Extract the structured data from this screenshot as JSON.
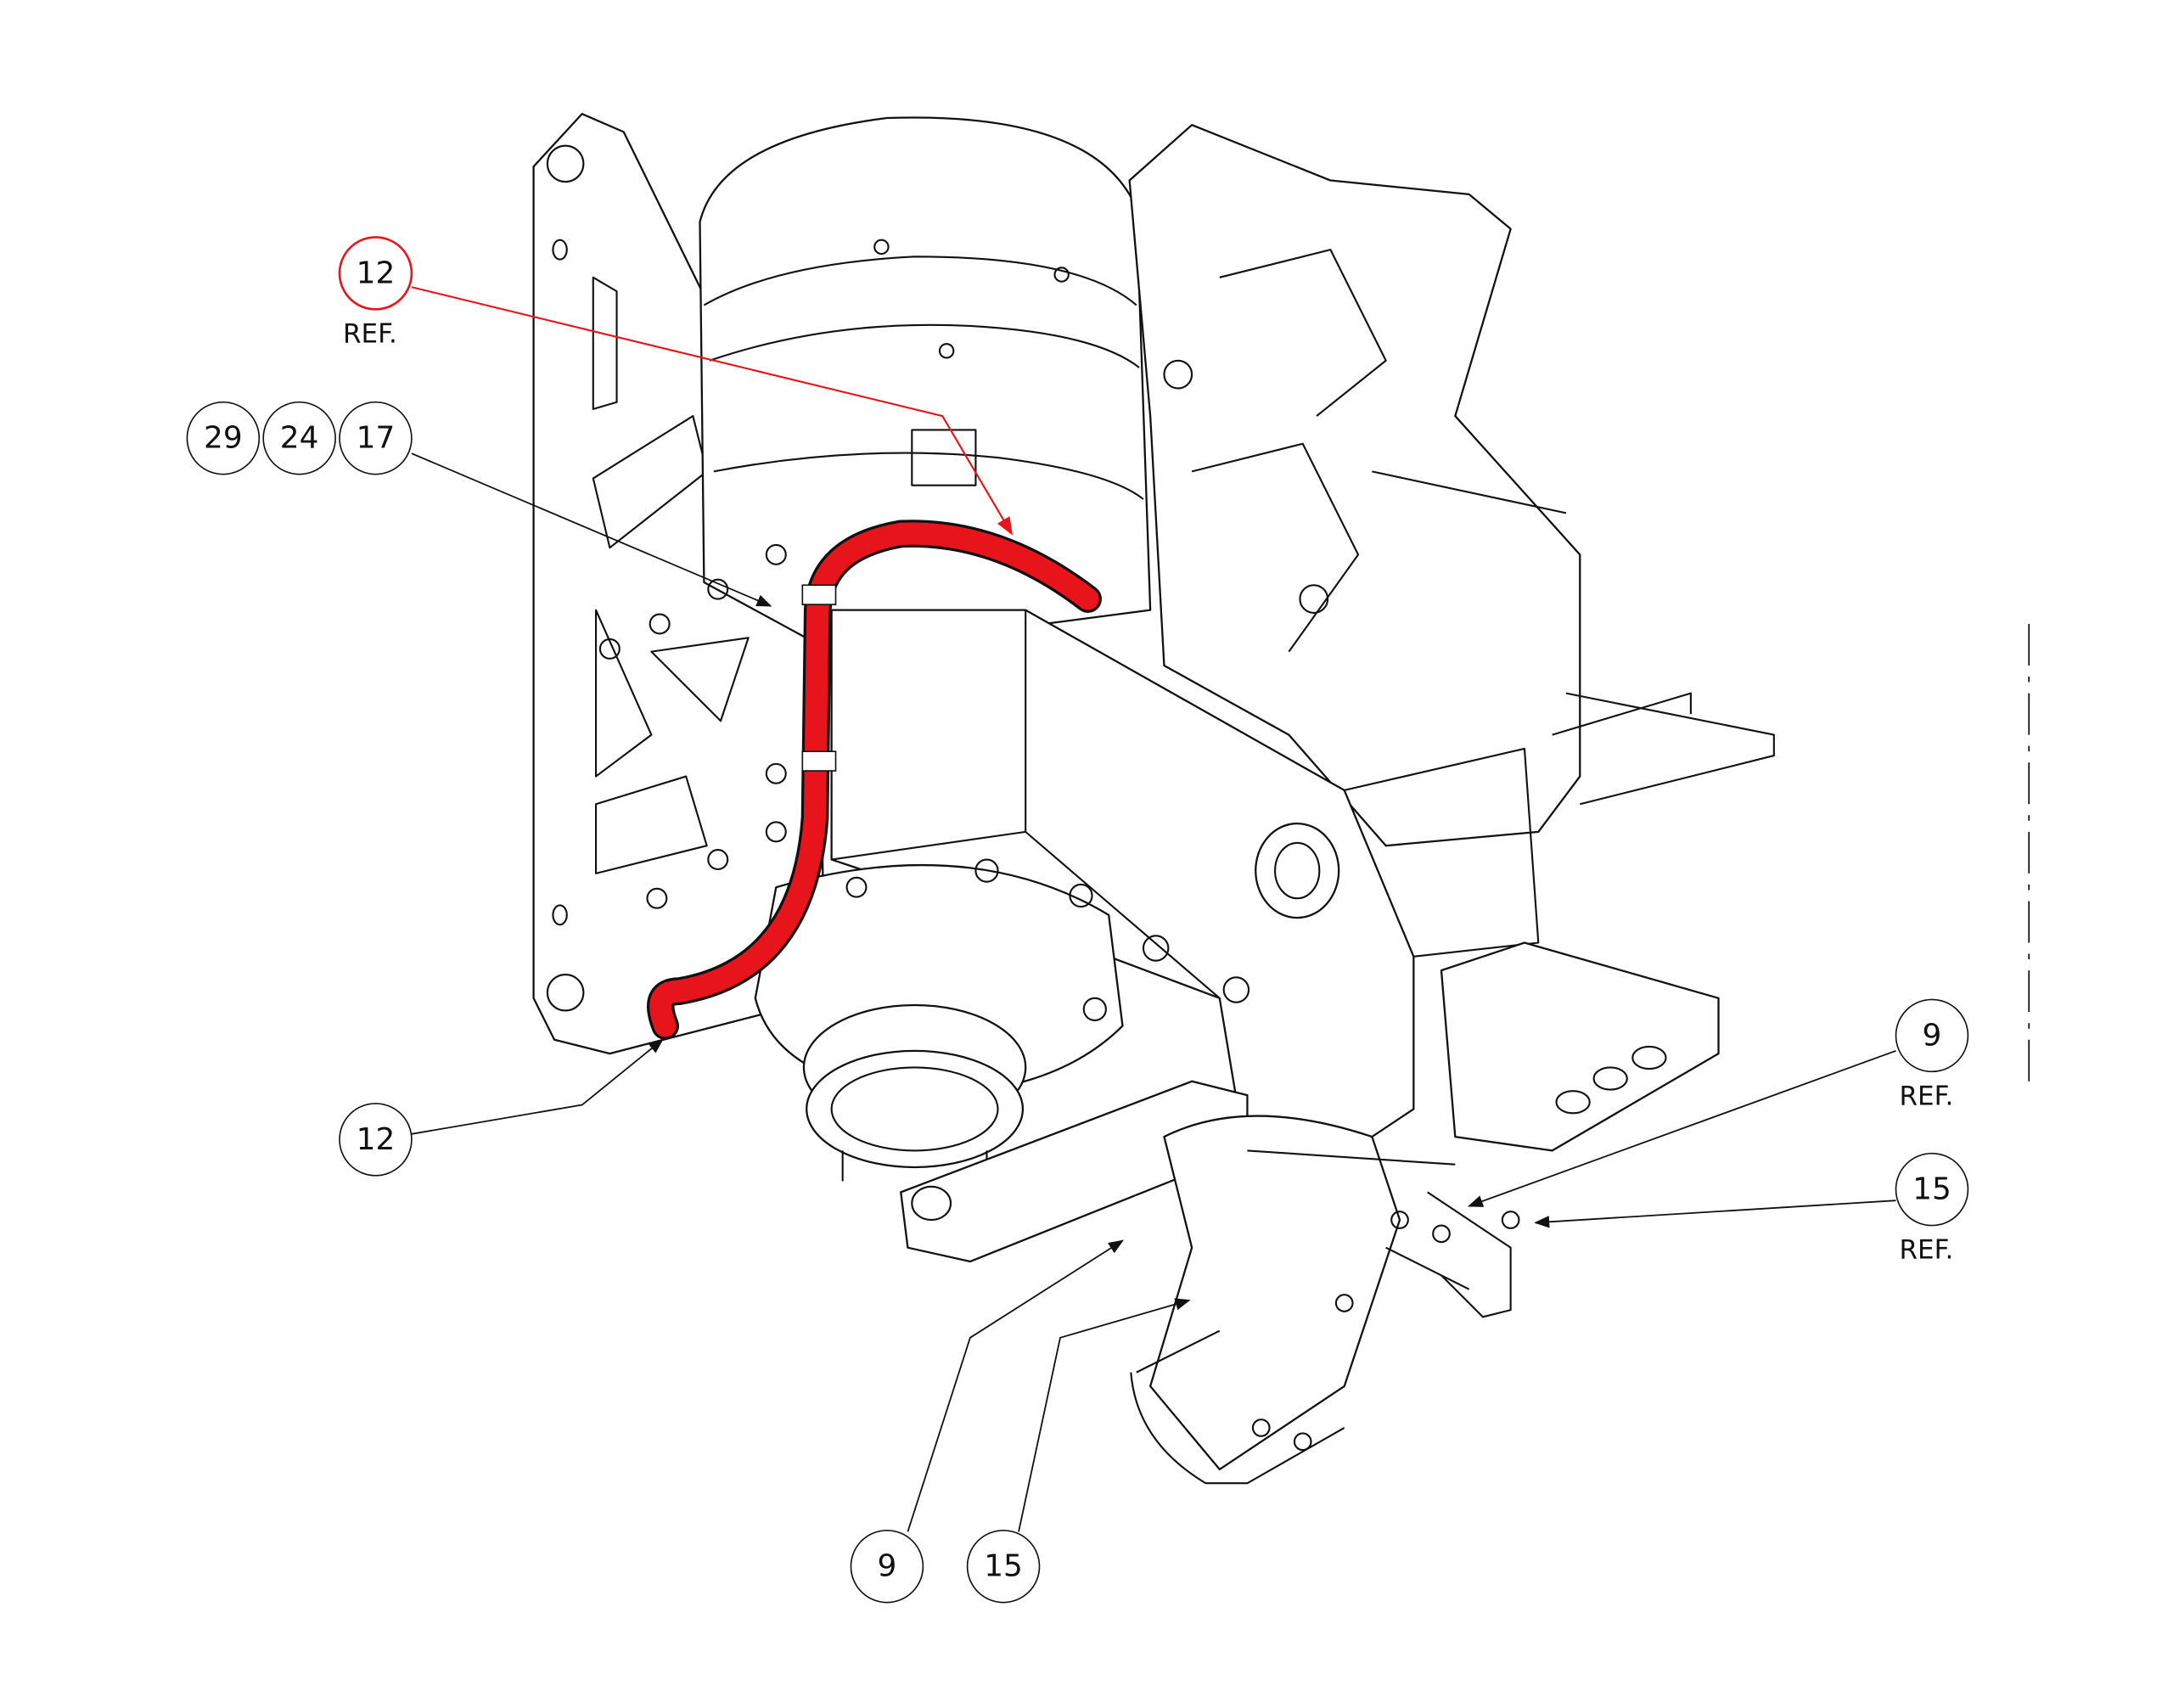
{
  "callouts": [
    {
      "id": "c12ref",
      "label": "12",
      "note": "REF.",
      "highlighted": true
    },
    {
      "id": "c29",
      "label": "29"
    },
    {
      "id": "c24",
      "label": "24"
    },
    {
      "id": "c17",
      "label": "17"
    },
    {
      "id": "c12",
      "label": "12"
    },
    {
      "id": "c9ref",
      "label": "9",
      "note": "REF."
    },
    {
      "id": "c15ref",
      "label": "15",
      "note": "REF."
    },
    {
      "id": "c9",
      "label": "9"
    },
    {
      "id": "c15",
      "label": "15"
    }
  ],
  "colors": {
    "highlight": "#e8141c",
    "line": "#111111",
    "background": "#ffffff"
  }
}
